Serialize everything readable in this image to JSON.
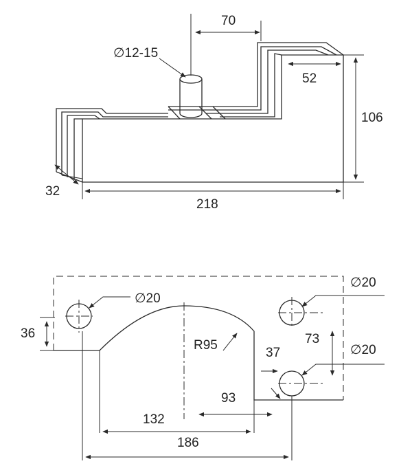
{
  "top_view": {
    "dimensions": {
      "d70": "70",
      "d12_15": "∅12-15",
      "d52": "52",
      "d106": "106",
      "d32": "32",
      "d218": "218"
    }
  },
  "bottom_view": {
    "dimensions": {
      "d20_left": "∅20",
      "d20_right_top": "∅20",
      "d20_right_bottom": "∅20",
      "d36": "36",
      "r95": "R95",
      "d37": "37",
      "d73": "73",
      "d93": "93",
      "d132": "132",
      "d186": "186"
    }
  },
  "colors": {
    "line": "#2a2a2a",
    "text": "#222222",
    "background": "#ffffff"
  }
}
